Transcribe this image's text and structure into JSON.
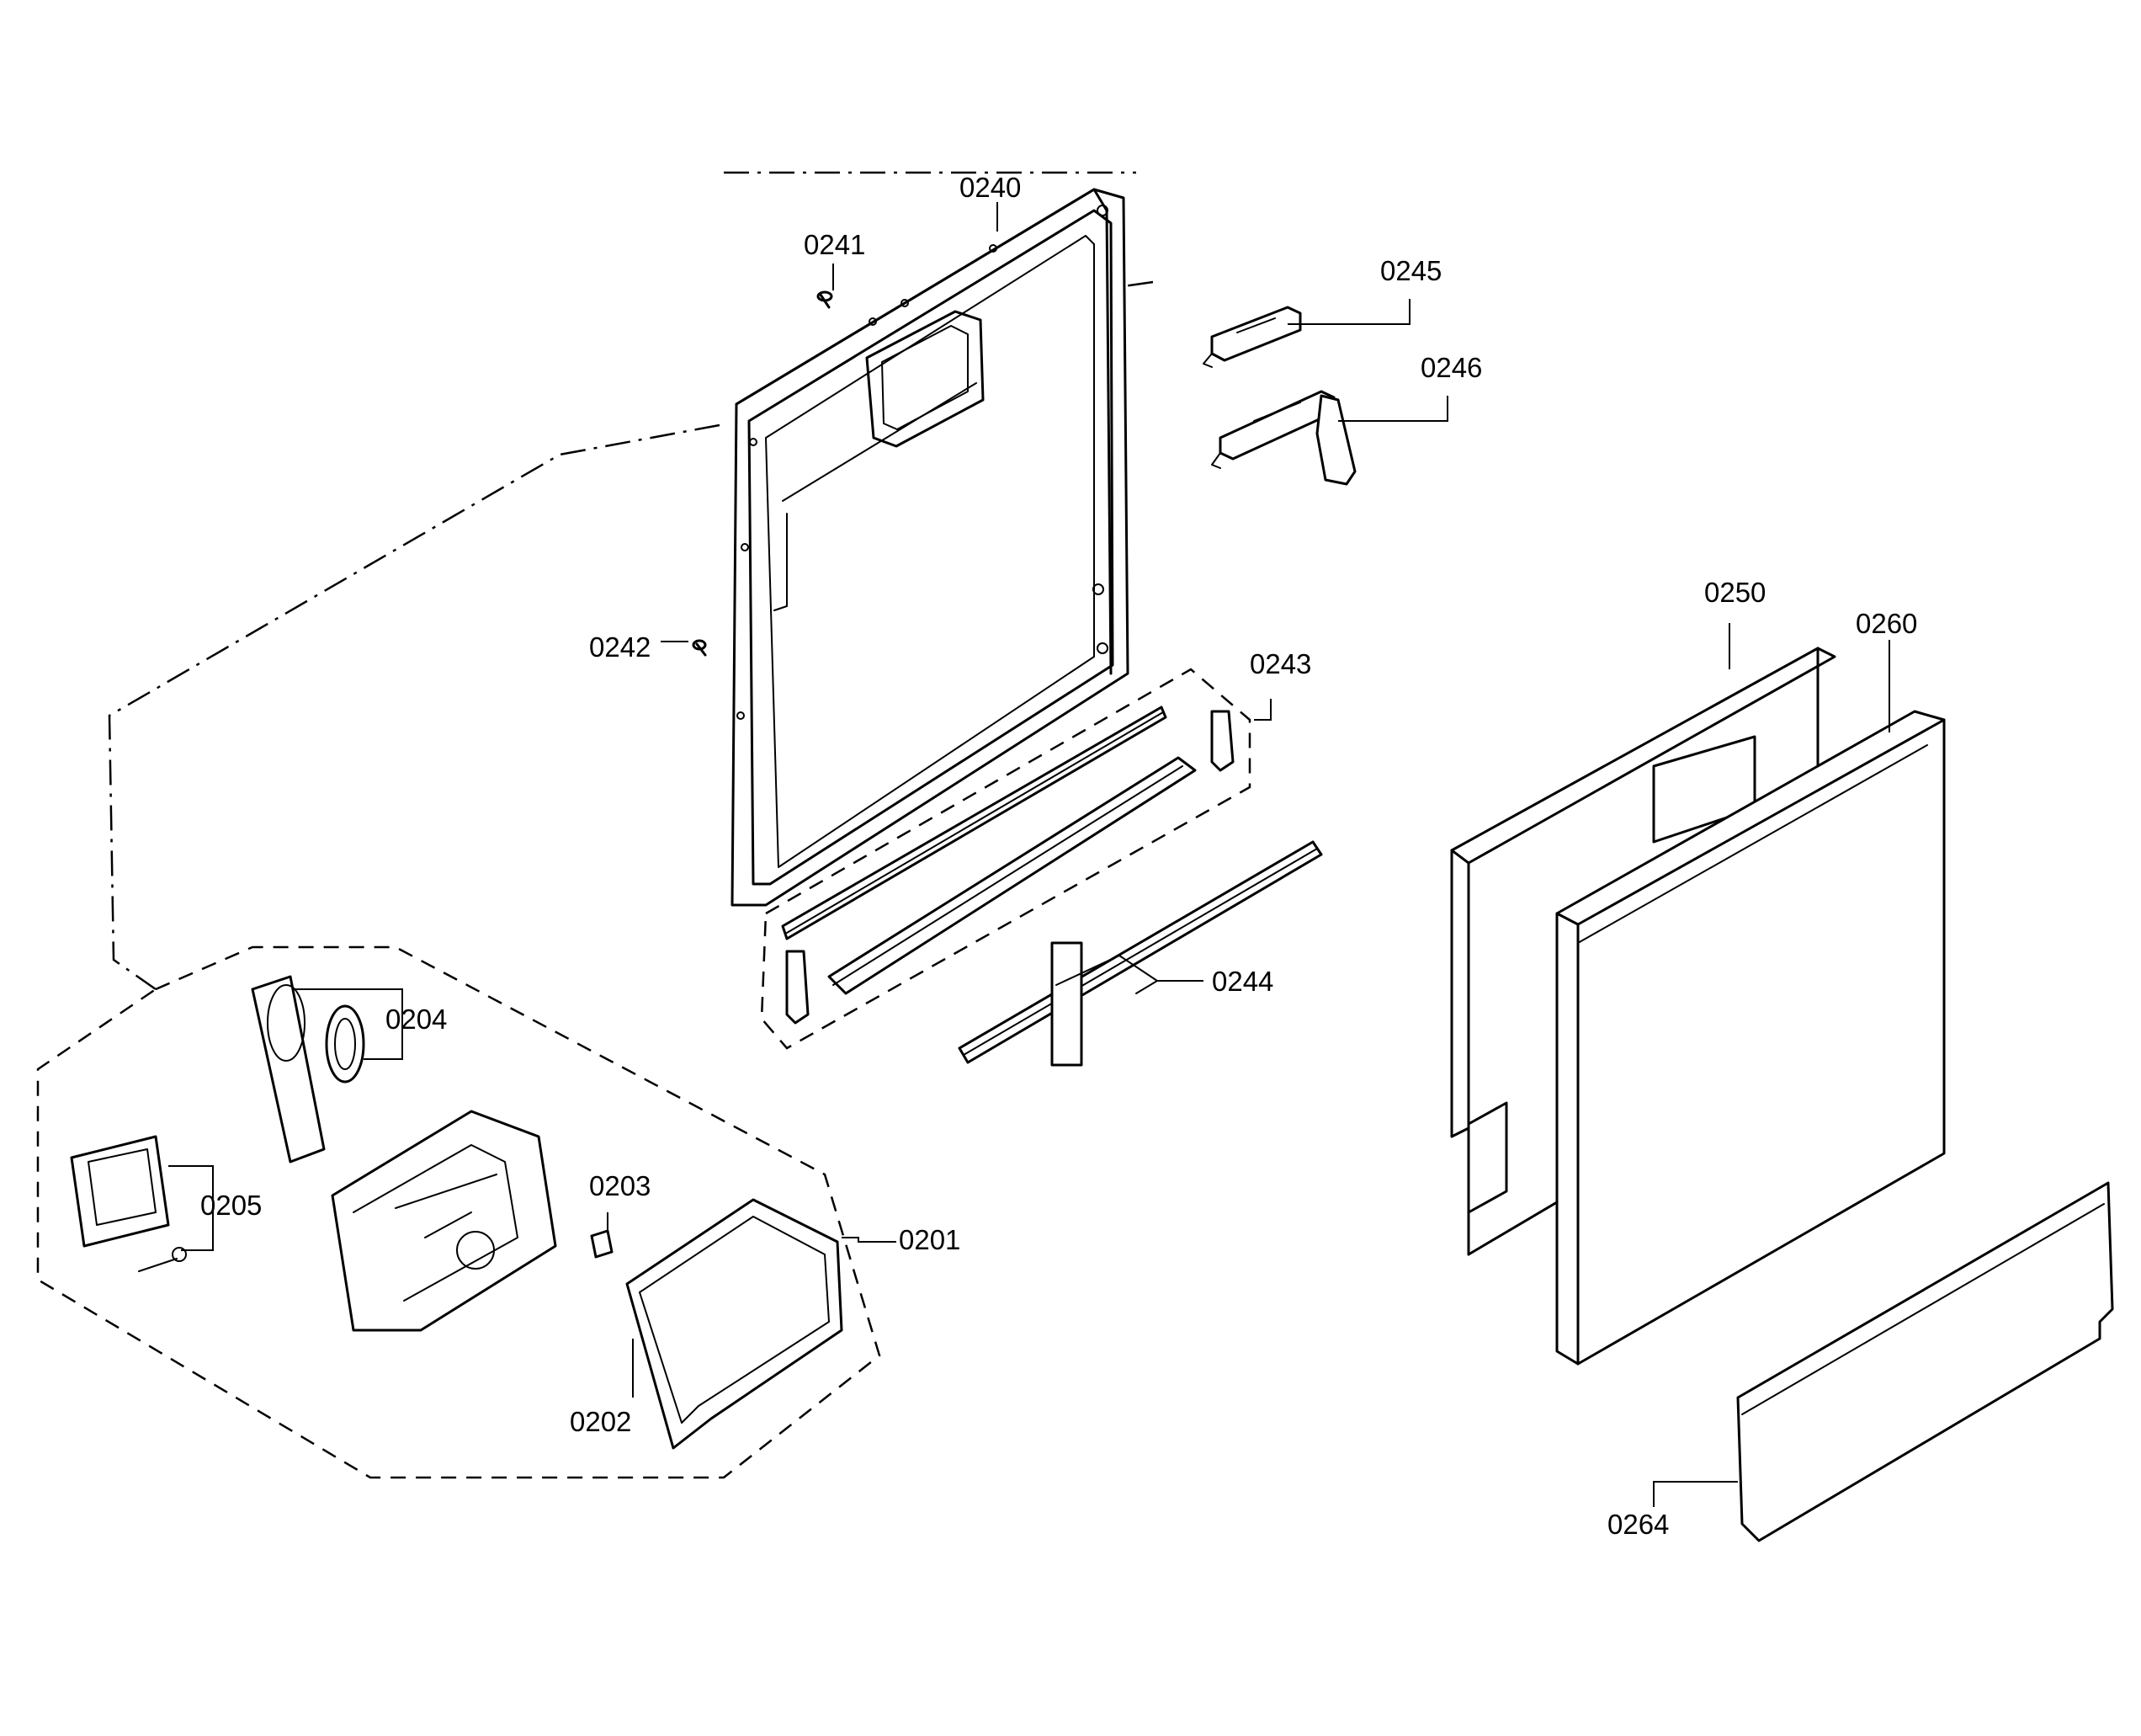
{
  "callouts": {
    "p0240": "0240",
    "p0241": "0241",
    "p0242": "0242",
    "p0243": "0243",
    "p0244": "0244",
    "p0245": "0245",
    "p0246": "0246",
    "p0250": "0250",
    "p0260": "0260",
    "p0264": "0264",
    "p0201": "0201",
    "p0202": "0202",
    "p0203": "0203",
    "p0204": "0204",
    "p0205": "0205"
  },
  "colors": {
    "ink": "#000000",
    "paper": "#ffffff"
  }
}
